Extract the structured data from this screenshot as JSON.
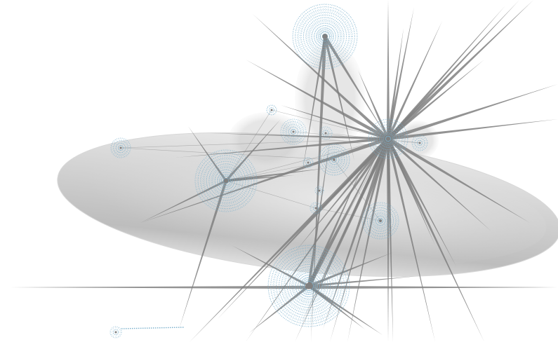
{
  "graph": {
    "layout_kind": "force-directed bundled network",
    "colors": {
      "background": "#ffffff",
      "edge": "#808080",
      "node_ring": "#7ab0cc",
      "halo": "#b4b4b4"
    },
    "hubs": [
      {
        "id": "hub-a",
        "radius_class": "large"
      },
      {
        "id": "hub-b",
        "radius_class": "large"
      },
      {
        "id": "hub-c",
        "radius_class": "large"
      },
      {
        "id": "hub-d",
        "radius_class": "medium"
      },
      {
        "id": "hub-e",
        "radius_class": "medium"
      },
      {
        "id": "hub-f",
        "radius_class": "medium"
      },
      {
        "id": "hub-g",
        "radius_class": "small"
      },
      {
        "id": "hub-h",
        "radius_class": "small"
      },
      {
        "id": "hub-i",
        "radius_class": "small"
      },
      {
        "id": "hub-j",
        "radius_class": "small"
      },
      {
        "id": "hub-k",
        "radius_class": "small"
      },
      {
        "id": "hub-l",
        "radius_class": "small"
      },
      {
        "id": "hub-m",
        "radius_class": "small"
      },
      {
        "id": "hub-n",
        "radius_class": "small"
      },
      {
        "id": "hub-o",
        "radius_class": "tiny"
      }
    ],
    "has_labels": false
  }
}
